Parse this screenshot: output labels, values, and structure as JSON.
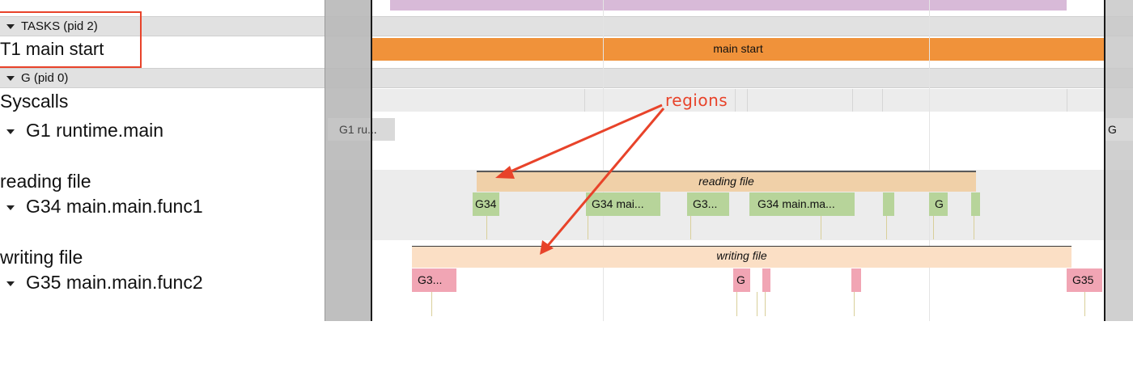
{
  "colors": {
    "task_bar": "#f0923a",
    "top_bar": "#d8bad8",
    "g34_slice": "#b7d49a",
    "g35_slice": "#f1a5b4",
    "reading_region": "#f0d0a8",
    "writing_region": "#fbdfc5",
    "annotation": "#e8432a"
  },
  "processes": [
    {
      "name": "TASKS (pid 2)",
      "icon": "triangle-down-icon"
    },
    {
      "name": "G (pid 0)",
      "icon": "triangle-down-icon"
    }
  ],
  "rows": {
    "task1": "T1 main start",
    "syscalls": "Syscalls",
    "g1": "G1 runtime.main",
    "reading_region": "reading file",
    "g34": "G34 main.main.func1",
    "writing_region": "writing file",
    "g35": "G35 main.main.func2"
  },
  "timeline": {
    "task_bar_label": "main start",
    "g1_slices": [
      "G1 ru...",
      "G"
    ],
    "reading_region_label": "reading file",
    "g34_slices": [
      "G34",
      "G34 mai...",
      "G3...",
      "G34 main.ma...",
      "",
      "G",
      ""
    ],
    "writing_region_label": "writing file",
    "g35_slices": [
      "G3...",
      "G",
      "",
      "",
      "G35"
    ]
  },
  "annotation": {
    "text": "regions"
  }
}
